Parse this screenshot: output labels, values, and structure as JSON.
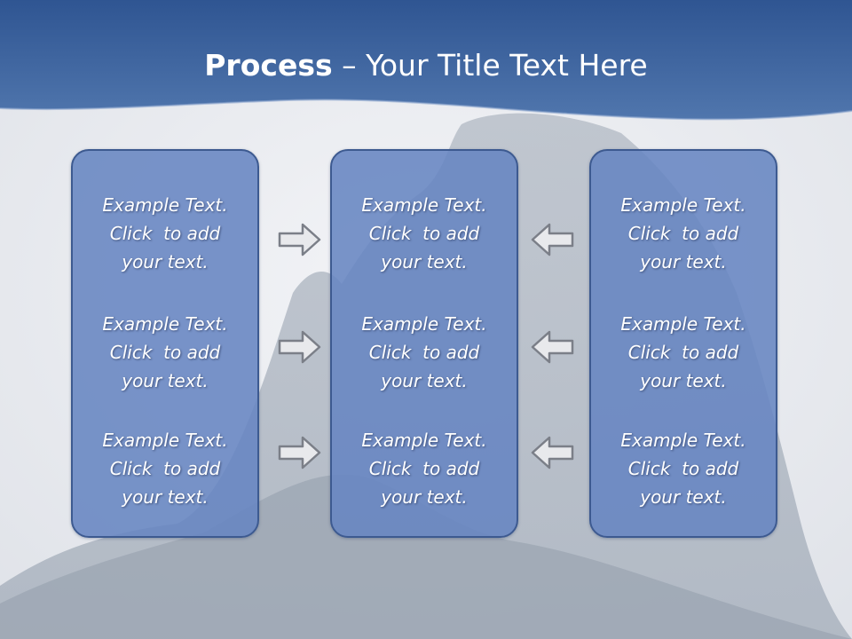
{
  "title": {
    "bold": "Process",
    "rest": " – Your Title Text Here"
  },
  "colors": {
    "header_top": "#2f5592",
    "header_bottom": "#4f74ad",
    "panel_fill": "#6685c1",
    "panel_border": "#3d5a90",
    "arrow_fill": "#e8e9ec",
    "arrow_stroke": "#7b7f88"
  },
  "columns": [
    {
      "items": [
        "Example Text.\nClick  to add\nyour text.",
        "Example Text.\nClick  to add\nyour text.",
        "Example Text.\nClick  to add\nyour text."
      ]
    },
    {
      "items": [
        "Example Text.\nClick  to add\nyour text.",
        "Example Text.\nClick  to add\nyour text.",
        "Example Text.\nClick  to add\nyour text."
      ]
    },
    {
      "items": [
        "Example Text.\nClick  to add\nyour text.",
        "Example Text.\nClick  to add\nyour text.",
        "Example Text.\nClick  to add\nyour text."
      ]
    }
  ],
  "arrows": {
    "left_group": {
      "direction": "right",
      "icon": "arrow-right-icon"
    },
    "right_group": {
      "direction": "left",
      "icon": "arrow-left-icon"
    }
  }
}
